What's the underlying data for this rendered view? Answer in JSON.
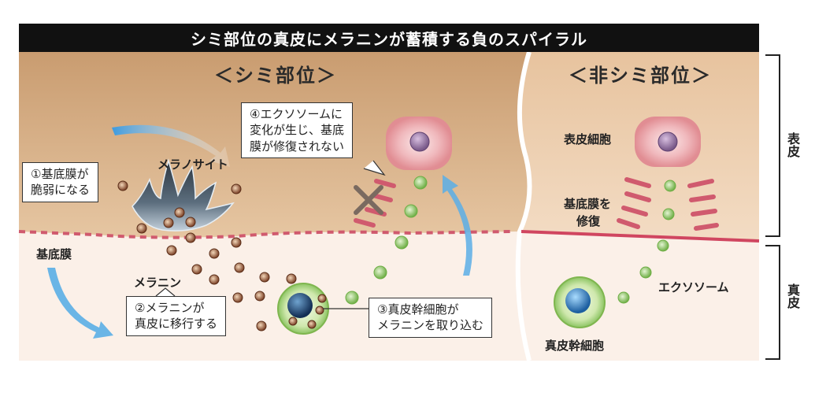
{
  "title": "シミ部位の真皮にメラニンが蓄積する負のスパイラル",
  "sections": {
    "left": "＜シミ部位＞",
    "right": "＜非シミ部位＞"
  },
  "side_labels": {
    "epidermis": "表皮",
    "dermis": "真皮"
  },
  "labels": {
    "melanocyte": "メラノサイト",
    "basement_membrane": "基底膜",
    "melanin": "メラニン",
    "keratinocyte": "表皮細胞",
    "membrane_repair_1": "基底膜を",
    "membrane_repair_2": "修復",
    "exosome": "エクソソーム",
    "dermal_stem_cell": "真皮幹細胞"
  },
  "callouts": {
    "step1_line1": "①基底膜が",
    "step1_line2": "脆弱になる",
    "step2_line1": "②メラニンが",
    "step2_line2": "真皮に移行する",
    "step3_line1": "③真皮幹細胞が",
    "step3_line2": "メラニンを取り込む",
    "step4_line1": "④エクソソームに",
    "step4_line2": "変化が生じ、基底",
    "step4_line3": "膜が修復されない"
  },
  "colors": {
    "epidermis_left": "#dcb78f",
    "epidermis_right": "#efd4b6",
    "dermis": "#fbf0e8",
    "membrane_left": "#d05a6e",
    "membrane_right": "#d04660",
    "melanin": "#8a4c2f",
    "exosome": "#8cc463",
    "arrow": "#55a9e4"
  }
}
